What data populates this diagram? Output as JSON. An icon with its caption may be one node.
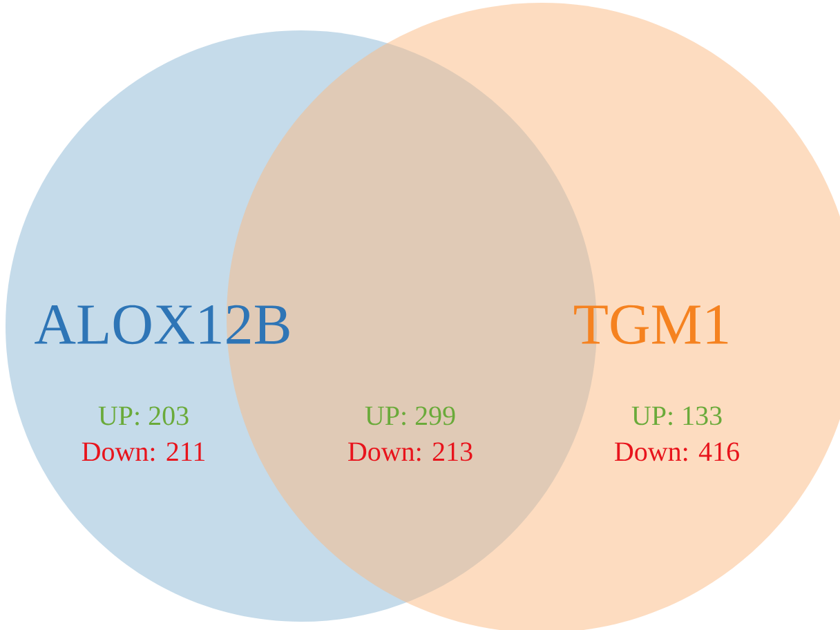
{
  "diagram": {
    "nodes": [
      {
        "text": [
          "ALOX12B"
        ]
      },
      {
        "text": [
          "TGM1"
        ]
      }
    ],
    "labels": [
      "UP: 203",
      "UP: 299",
      "UP: 133",
      "Down: 211",
      "Down: 213",
      "Down: 416"
    ]
  }
}
